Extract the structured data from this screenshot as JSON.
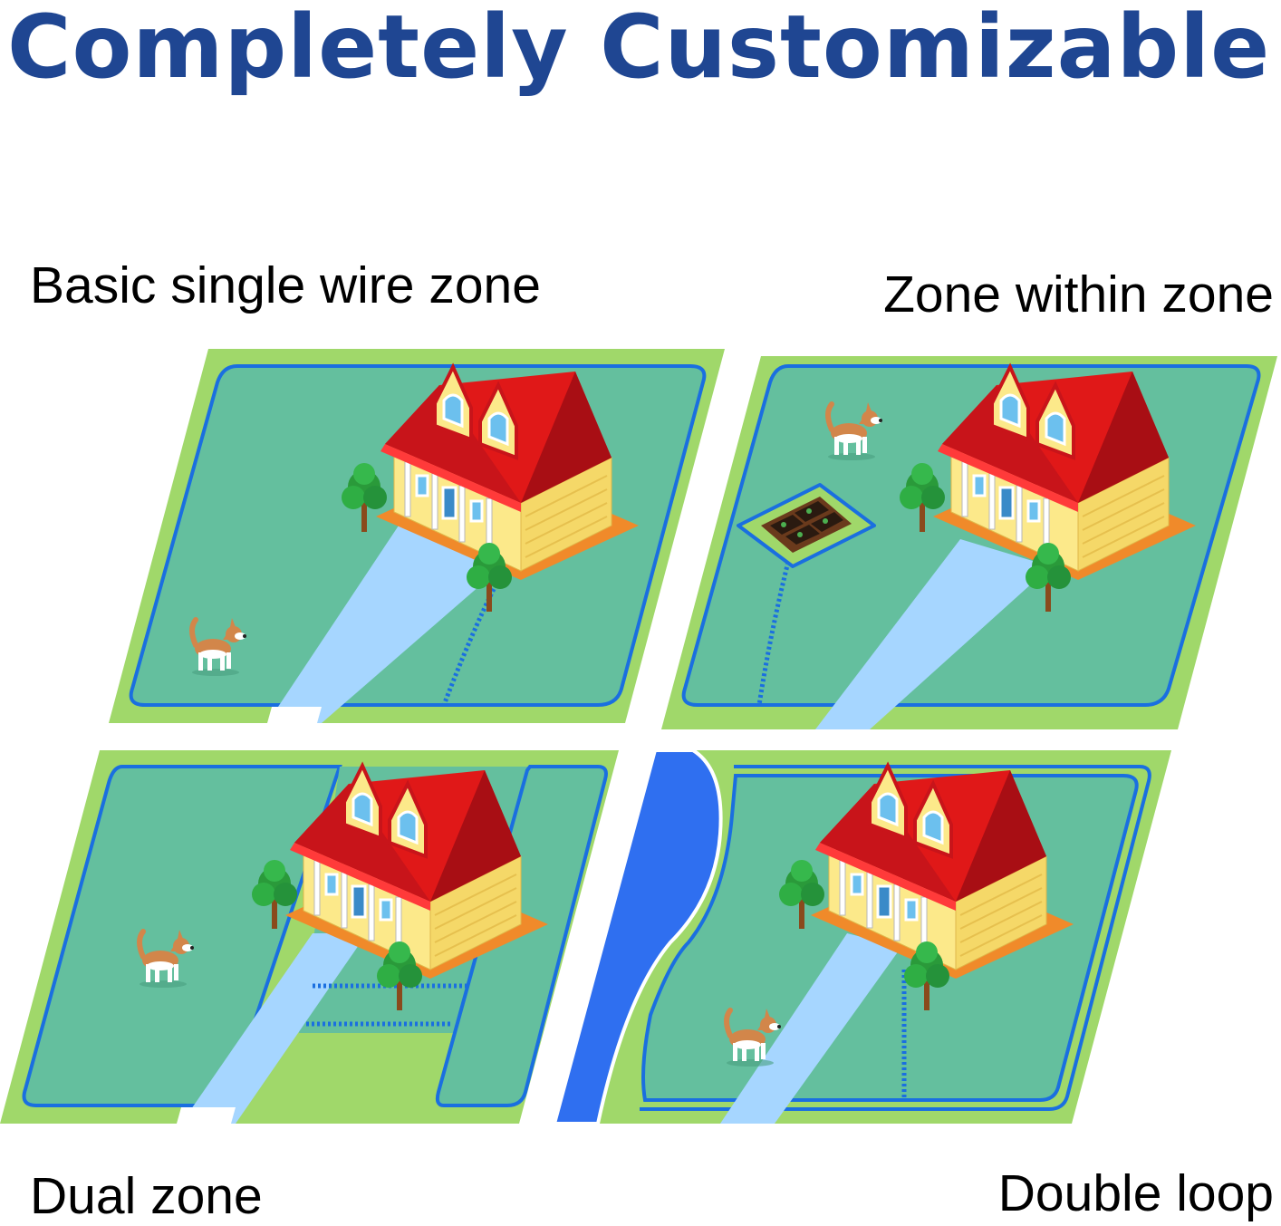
{
  "title": "Completely Customizable",
  "panels": [
    {
      "label": "Basic single wire zone"
    },
    {
      "label": "Zone within zone"
    },
    {
      "label": "Dual zone"
    },
    {
      "label": "Double loop"
    }
  ],
  "icons": [
    "house-icon",
    "tree-icon",
    "dog-icon",
    "garden-bed-icon",
    "river-icon",
    "boundary-wire-icon"
  ],
  "colors": {
    "title": "#1f4692",
    "lawn": "#a0d86a",
    "zone": "#64bf9e",
    "wire": "#1a6fe0",
    "driveway": "#a6d6ff",
    "roof": "#e01818",
    "walls": "#fce98a",
    "river": "#2f6ff0"
  }
}
